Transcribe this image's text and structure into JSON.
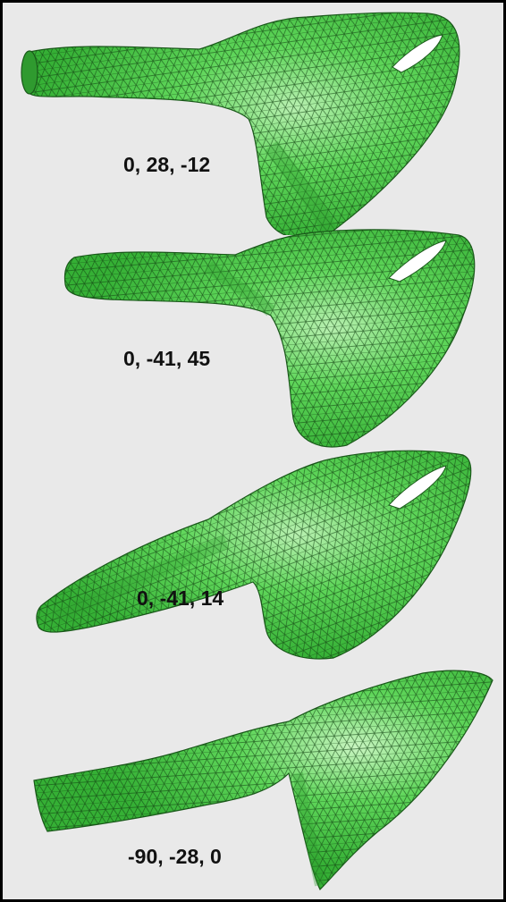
{
  "figure": {
    "colors": {
      "background": "#e9e9e9",
      "border": "#000000",
      "mesh_fill": "#55d455",
      "mesh_highlight": "#c8f5c0",
      "mesh_shadow": "#2a9a2a",
      "mesh_lines": "#0f3a0f",
      "slot_hole": "#ffffff"
    },
    "views": [
      {
        "rotation_label": "0, 28, -12"
      },
      {
        "rotation_label": "0, -41, 45"
      },
      {
        "rotation_label": "0, -41, 14"
      },
      {
        "rotation_label": "-90, -28, 0"
      }
    ]
  }
}
